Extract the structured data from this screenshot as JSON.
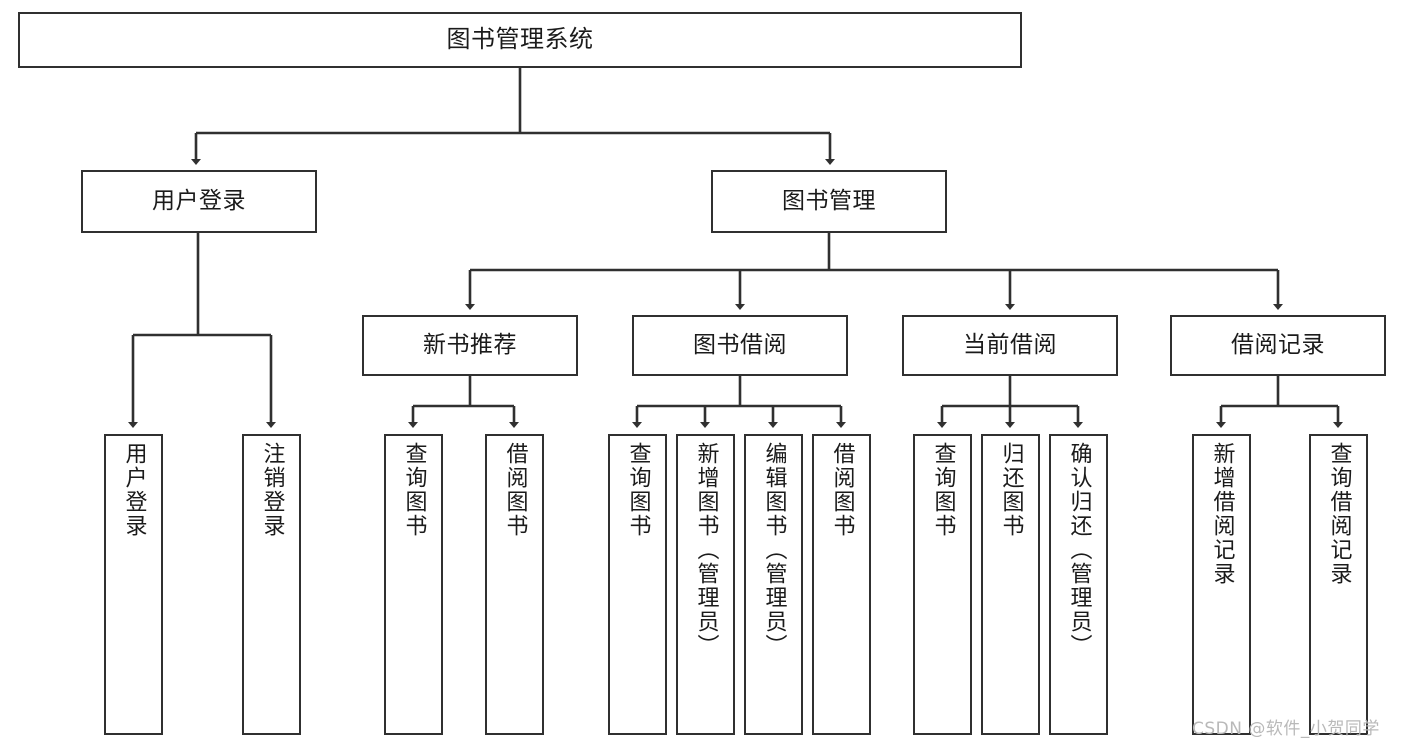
{
  "diagram": {
    "title": "图书管理系统",
    "type": "tree-hierarchy",
    "watermark": "CSDN @软件_小贺同学",
    "colors": {
      "stroke": "#303030",
      "fill": "#ffffff",
      "text": "#1b1b1b",
      "watermark": "#b9b9b9"
    },
    "nodes": {
      "root": {
        "label": "图书管理系统"
      },
      "level2": [
        {
          "id": "user-login",
          "label": "用户登录"
        },
        {
          "id": "book-manage",
          "label": "图书管理"
        }
      ],
      "level3": [
        {
          "id": "new-book-rec",
          "label": "新书推荐"
        },
        {
          "id": "book-borrow",
          "label": "图书借阅"
        },
        {
          "id": "current-borrow",
          "label": "当前借阅"
        },
        {
          "id": "borrow-record",
          "label": "借阅记录"
        }
      ],
      "leaves": {
        "user-login": [
          {
            "id": "leaf-user-login",
            "label": "用户登录"
          },
          {
            "id": "leaf-logout-login",
            "label": "注销登录"
          }
        ],
        "new-book-rec": [
          {
            "id": "leaf-query-book-1",
            "label": "查询图书"
          },
          {
            "id": "leaf-borrow-book-1",
            "label": "借阅图书"
          }
        ],
        "book-borrow": [
          {
            "id": "leaf-query-book-2",
            "label": "查询图书"
          },
          {
            "id": "leaf-add-book",
            "label": "新增图书（管理员）"
          },
          {
            "id": "leaf-edit-book",
            "label": "编辑图书（管理员）"
          },
          {
            "id": "leaf-borrow-book-2",
            "label": "借阅图书"
          }
        ],
        "current-borrow": [
          {
            "id": "leaf-query-book-3",
            "label": "查询图书"
          },
          {
            "id": "leaf-return-book",
            "label": "归还图书"
          },
          {
            "id": "leaf-confirm-return",
            "label": "确认归还（管理员）"
          }
        ],
        "borrow-record": [
          {
            "id": "leaf-add-record",
            "label": "新增借阅记录"
          },
          {
            "id": "leaf-query-record",
            "label": "查询借阅记录"
          }
        ]
      }
    }
  }
}
